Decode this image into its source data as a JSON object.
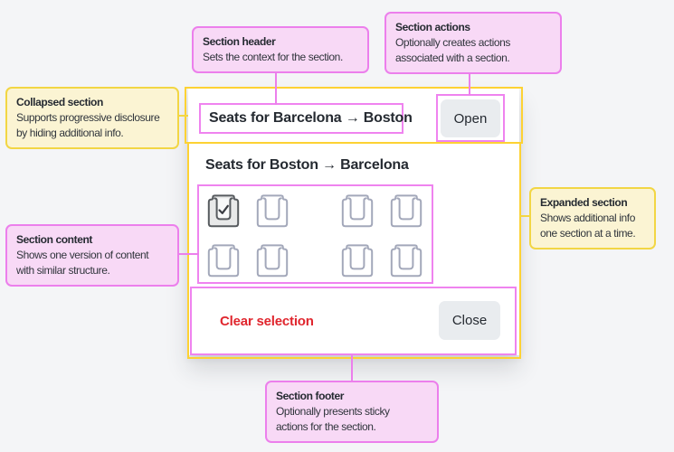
{
  "callouts": {
    "section_header": {
      "title": "Section header",
      "lines": [
        "Sets the context for the section."
      ]
    },
    "section_actions": {
      "title": "Section actions",
      "lines": [
        "Optionally creates actions",
        "associated with a section."
      ]
    },
    "collapsed_section": {
      "title": "Collapsed section",
      "lines": [
        "Supports progressive disclosure",
        "by hiding additional info."
      ]
    },
    "section_content": {
      "title": "Section content",
      "lines": [
        "Shows one version of content",
        "with similar structure."
      ]
    },
    "expanded_section": {
      "title": "Expanded section",
      "lines": [
        "Shows additional info",
        "one section at a time."
      ]
    },
    "section_footer": {
      "title": "Section footer",
      "lines": [
        "Optionally presents sticky",
        "actions for the section."
      ]
    }
  },
  "card": {
    "collapsed_header_title": "Seats for Barcelona → Boston",
    "open_button_label": "Open",
    "expanded_header_title": "Seats for Boston → Barcelona",
    "clear_selection_label": "Clear selection",
    "close_button_label": "Close",
    "seats": {
      "rows": 2,
      "seats_per_row": 4,
      "aisle": "between seat 2 and seat 3",
      "selected_seat": "row 1, seat 1",
      "selected_seat_shows": "check-icon"
    }
  },
  "colors": {
    "page_background": "#f4f5f7",
    "card_background": "#ffffff",
    "highlight_yellow": "#fdd233",
    "callout_yellow_border": "#f2d644",
    "callout_yellow_bg": "#fbf4d3",
    "highlight_pink": "#ef83ef",
    "callout_pink_bg": "#f8d9f6",
    "ink_text": "#252a31",
    "danger_red": "#e0262e",
    "button_gray": "#e9ecef",
    "seat_idle_stroke": "#a3a8ba",
    "seat_selected_stroke": "#575b5f"
  }
}
